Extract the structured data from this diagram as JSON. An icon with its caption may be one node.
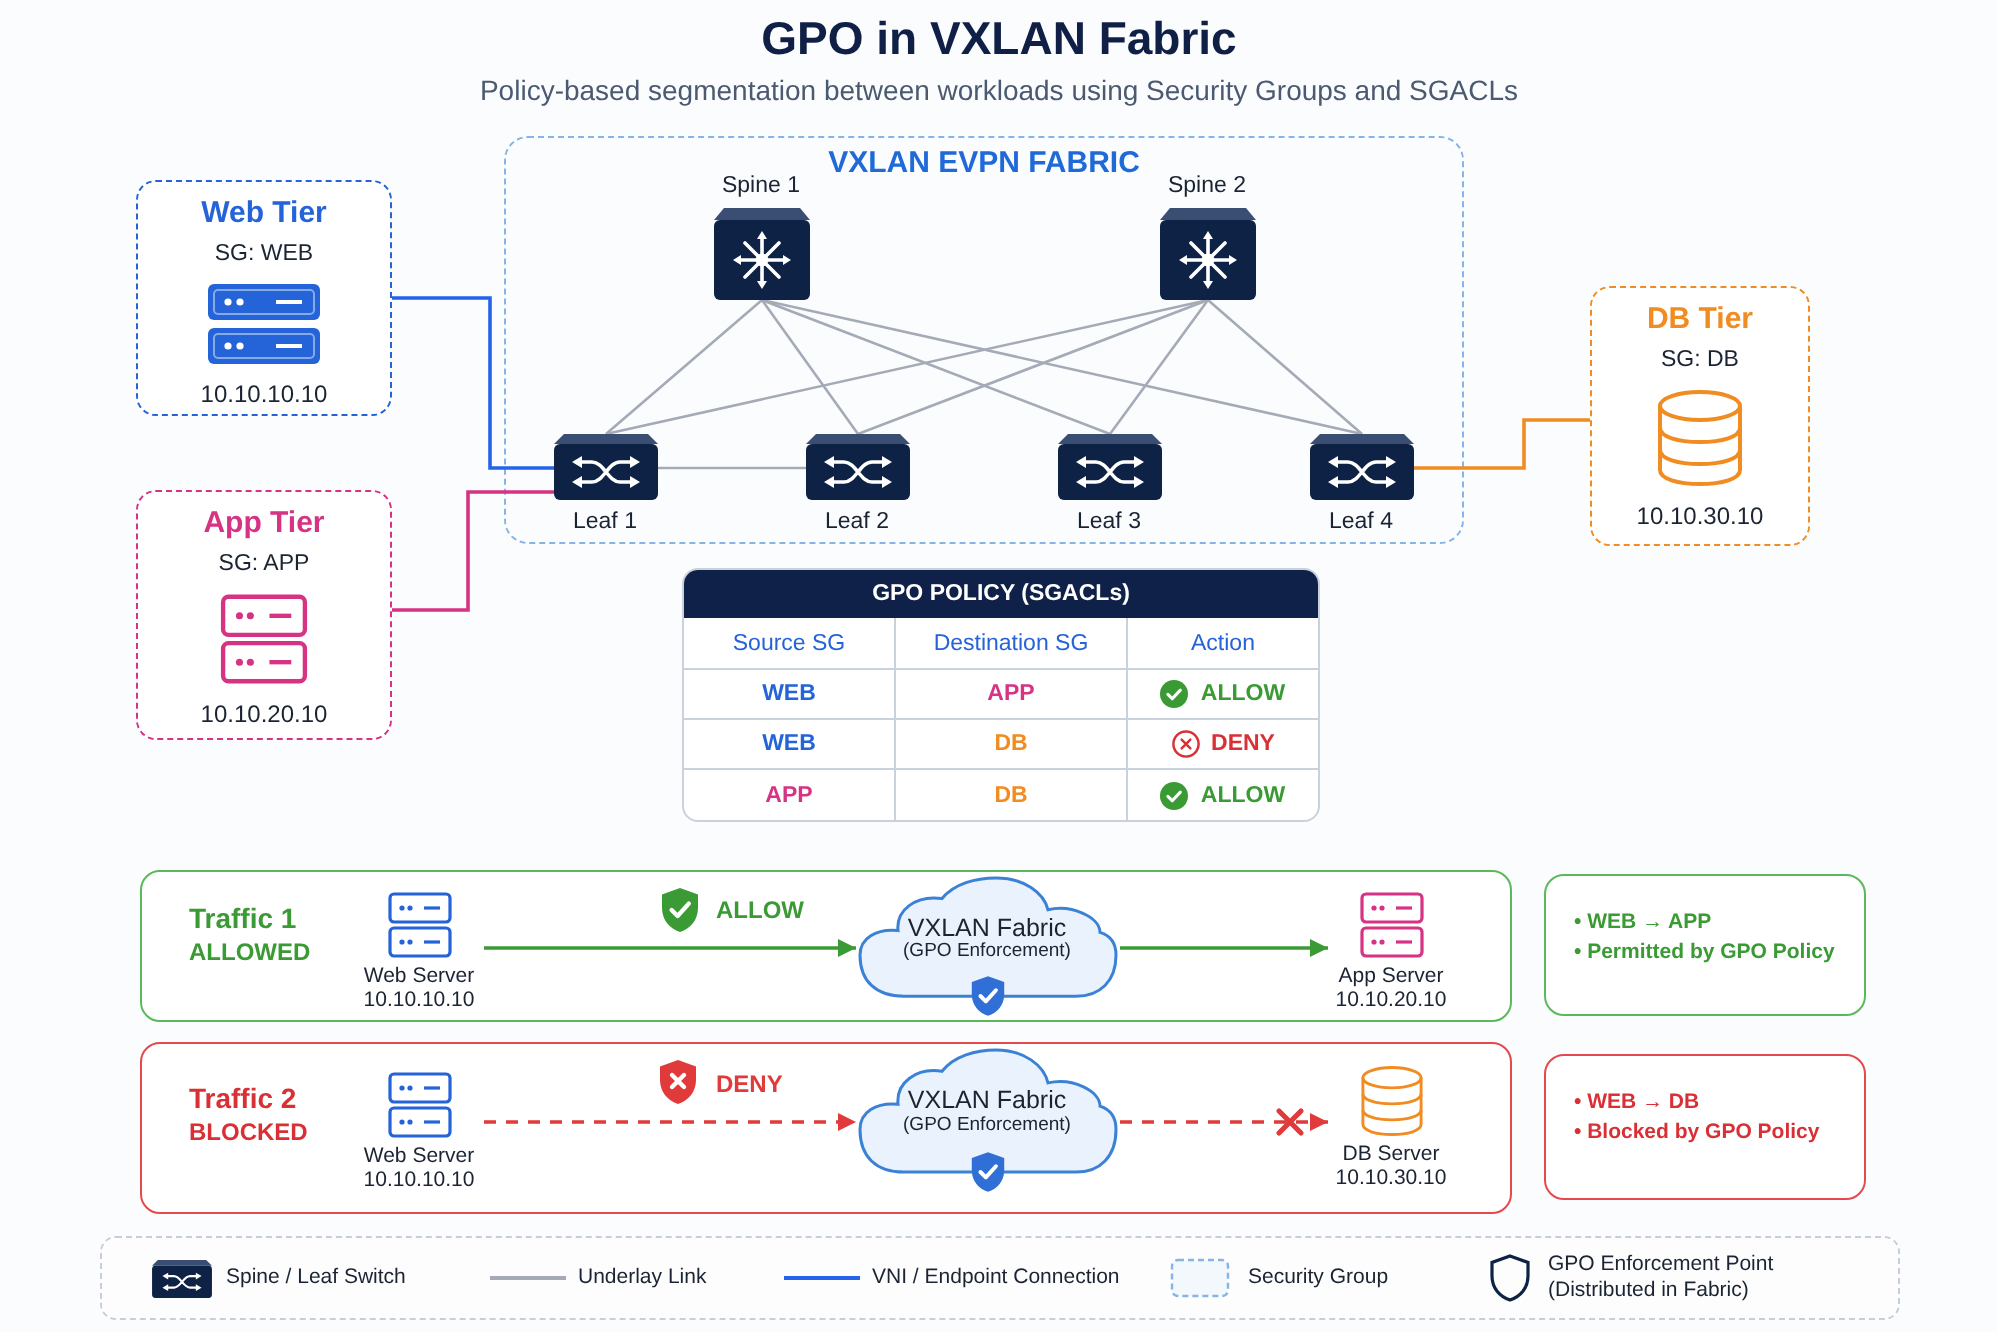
{
  "diagram": {
    "title": "GPO in VXLAN Fabric",
    "nodes": [
      {
        "text": [
          "Web Tier",
          "SG: WEB",
          "10.10.10.10"
        ]
      },
      {
        "text": [
          "App Tier",
          "SG: APP",
          "10.10.20.10"
        ]
      },
      {
        "text": [
          "VXLAN EVPN FABRIC"
        ]
      },
      {
        "text": [
          "Spine 1"
        ],
        "in": 2
      },
      {
        "text": [
          "Spine 2"
        ],
        "in": 2
      },
      {
        "text": [
          "Leaf 1"
        ],
        "in": 2
      },
      {
        "text": [
          "Leaf 2"
        ],
        "in": 2
      },
      {
        "text": [
          "Leaf 3"
        ],
        "in": 2
      },
      {
        "text": [
          "Leaf 4"
        ],
        "in": 2
      },
      {
        "text": [
          "DB Tier",
          "SG: DB",
          "10.10.30.10"
        ]
      },
      {
        "text": [
          "Traffic 1",
          "ALLOWED"
        ]
      },
      {
        "text": [
          "Web Server",
          "10.10.10.10"
        ],
        "in": 10
      },
      {
        "text": [
          "VXLAN Fabric",
          "(GPO Enforcement)"
        ],
        "in": 10
      },
      {
        "text": [
          "App Server",
          "10.10.20.10"
        ],
        "in": 10
      },
      {
        "text": [
          "• WEB → APP",
          "• Permitted by GPO Policy"
        ]
      },
      {
        "text": [
          "Traffic 2",
          "BLOCKED"
        ]
      },
      {
        "text": [
          "Web Server",
          "10.10.10.10"
        ],
        "in": 15
      },
      {
        "text": [
          "VXLAN Fabric",
          "(GPO Enforcement)"
        ],
        "in": 15
      },
      {
        "text": [
          "DB Server",
          "10.10.30.10"
        ],
        "in": 15
      },
      {
        "text": [
          "• WEB → DB",
          "• Blocked by GPO Policy"
        ]
      }
    ],
    "edges": [
      {
        "from": 3,
        "to": 5,
        "arrow": "none"
      },
      {
        "from": 3,
        "to": 6,
        "arrow": "none"
      },
      {
        "from": 3,
        "to": 7,
        "arrow": "none"
      },
      {
        "from": 3,
        "to": 8,
        "arrow": "none"
      },
      {
        "from": 4,
        "to": 5,
        "arrow": "none"
      },
      {
        "from": 4,
        "to": 6,
        "arrow": "none"
      },
      {
        "from": 4,
        "to": 7,
        "arrow": "none"
      },
      {
        "from": 4,
        "to": 8,
        "arrow": "none"
      },
      {
        "from": 5,
        "to": 6,
        "arrow": "none"
      },
      {
        "from": 0,
        "to": 5,
        "arrow": "none",
        "color": "#2563eb"
      },
      {
        "from": 1,
        "to": 5,
        "arrow": "none",
        "color": "#d63384"
      },
      {
        "from": 8,
        "to": 9,
        "arrow": "none",
        "color": "#f08c22"
      },
      {
        "from": 11,
        "to": 12,
        "arrow": "to",
        "label": "ALLOW",
        "color": "#3a9a34"
      },
      {
        "from": 12,
        "to": 13,
        "arrow": "to",
        "color": "#3a9a34"
      },
      {
        "from": 16,
        "to": 17,
        "arrow": "to",
        "label": "DENY",
        "style": "dashed",
        "color": "#e03a3a"
      },
      {
        "from": 17,
        "to": 18,
        "arrow": "to",
        "style": "dashed",
        "color": "#e03a3a"
      }
    ],
    "labels": [
      "Policy-based segmentation between workloads using Security Groups and SGACLs",
      "GPO POLICY (SGACLs)",
      "Source SG",
      "Destination SG",
      "Action",
      "WEB",
      "APP",
      "ALLOW",
      "WEB",
      "DB",
      "DENY",
      "APP",
      "DB",
      "ALLOW"
    ],
    "legend": [
      {
        "text": "Spine / Leaf Switch"
      },
      {
        "text": "Underlay Link"
      },
      {
        "text": "VNI / Endpoint Connection"
      },
      {
        "text": "Security Group"
      },
      {
        "text": "GPO Enforcement Point (Distributed in Fabric)"
      }
    ]
  }
}
